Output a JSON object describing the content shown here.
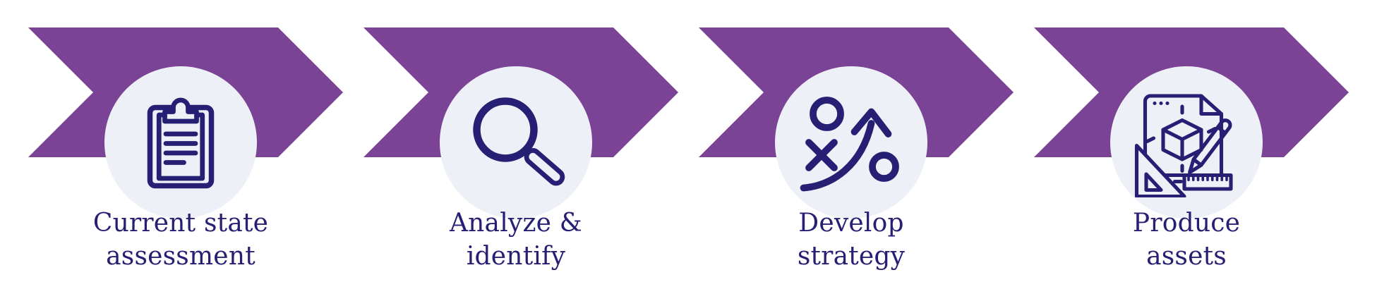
{
  "page": {
    "type": "process-flow-diagram",
    "background": "#FFFFFF"
  },
  "colors": {
    "chevron_purple": "#7B4396",
    "badge_background": "#EDF0F6",
    "icon_stroke": "#271F73",
    "label_text": "#271F73"
  },
  "process_flow": {
    "direction": "left-to-right",
    "steps": [
      {
        "index": 1,
        "label_line1": "Current state",
        "label_line2": "assessment",
        "icon": "clipboard-icon"
      },
      {
        "index": 2,
        "label_line1": "Analyze &",
        "label_line2": "identify",
        "icon": "magnifier-icon"
      },
      {
        "index": 3,
        "label_line1": "Develop",
        "label_line2": "strategy",
        "icon": "strategy-icon"
      },
      {
        "index": 4,
        "label_line1": "Produce",
        "label_line2": "assets",
        "icon": "produce-assets-icon"
      }
    ]
  }
}
